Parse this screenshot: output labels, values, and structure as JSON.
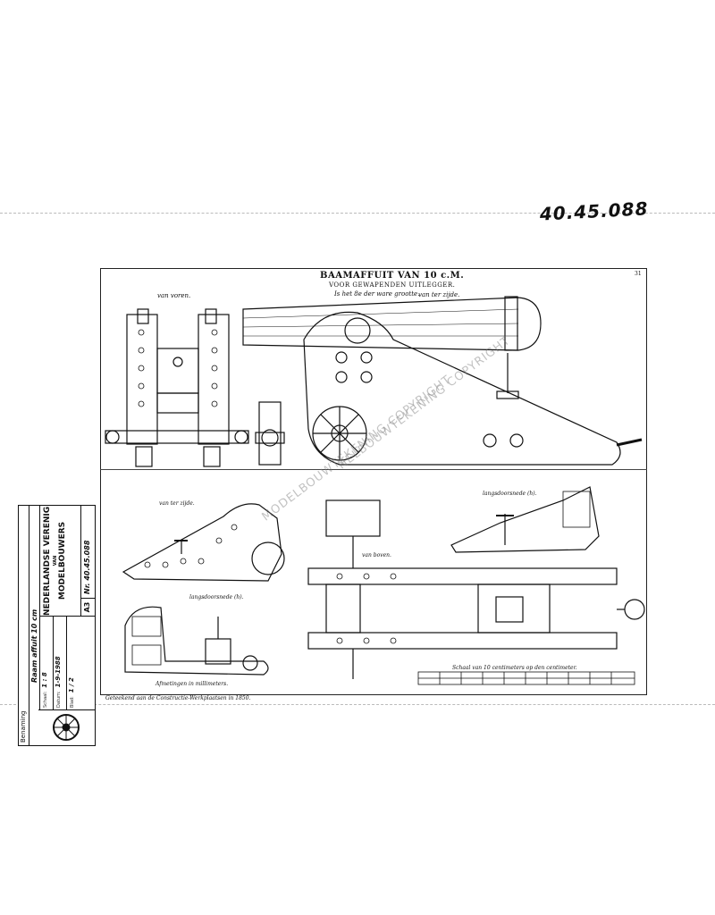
{
  "reference_number": "40.45.088",
  "plate": {
    "title": "BAAMAFFUIT VAN 10 c.M.",
    "subtitle": "VOOR GEWAPENDEN UITLEGGER.",
    "note": "Is het 8e der ware grootte.",
    "page_number": "31",
    "views": {
      "front": "van voren.",
      "side": "van ter zijde.",
      "side_2": "van ter zijde.",
      "section_1": "langsdoorsnede (h).",
      "top": "van boven.",
      "section_2": "langsdoorsnede (h)."
    },
    "dimensions_note": "Afmetingen in millimeters.",
    "scale_label": "Schaal van 10 centimeters op den centimeter.",
    "footer": "Geteekend aan de Constructie-Werkplaatsen in 1850."
  },
  "watermark": "MODELBOUWTEKENING COPYRIGHT",
  "watermark_2": "NELBOUWTEKENING COPYRIGHT",
  "title_block": {
    "benaming_label": "Benaming",
    "name": "Raam affuit 10 cm",
    "meta": [
      {
        "label": "Schaal:",
        "value": "1 : 8"
      },
      {
        "label": "Datum:",
        "value": "1-9-1988"
      },
      {
        "label": "Blad:",
        "value": "1 / 2"
      }
    ],
    "org_line1": "NEDERLANDSE VERENIGING",
    "org_small": "VAN",
    "org_line2": "MODELBOUWERS",
    "format": "A3",
    "nr_label": "Nr.",
    "nr_value": "40.45.088"
  }
}
